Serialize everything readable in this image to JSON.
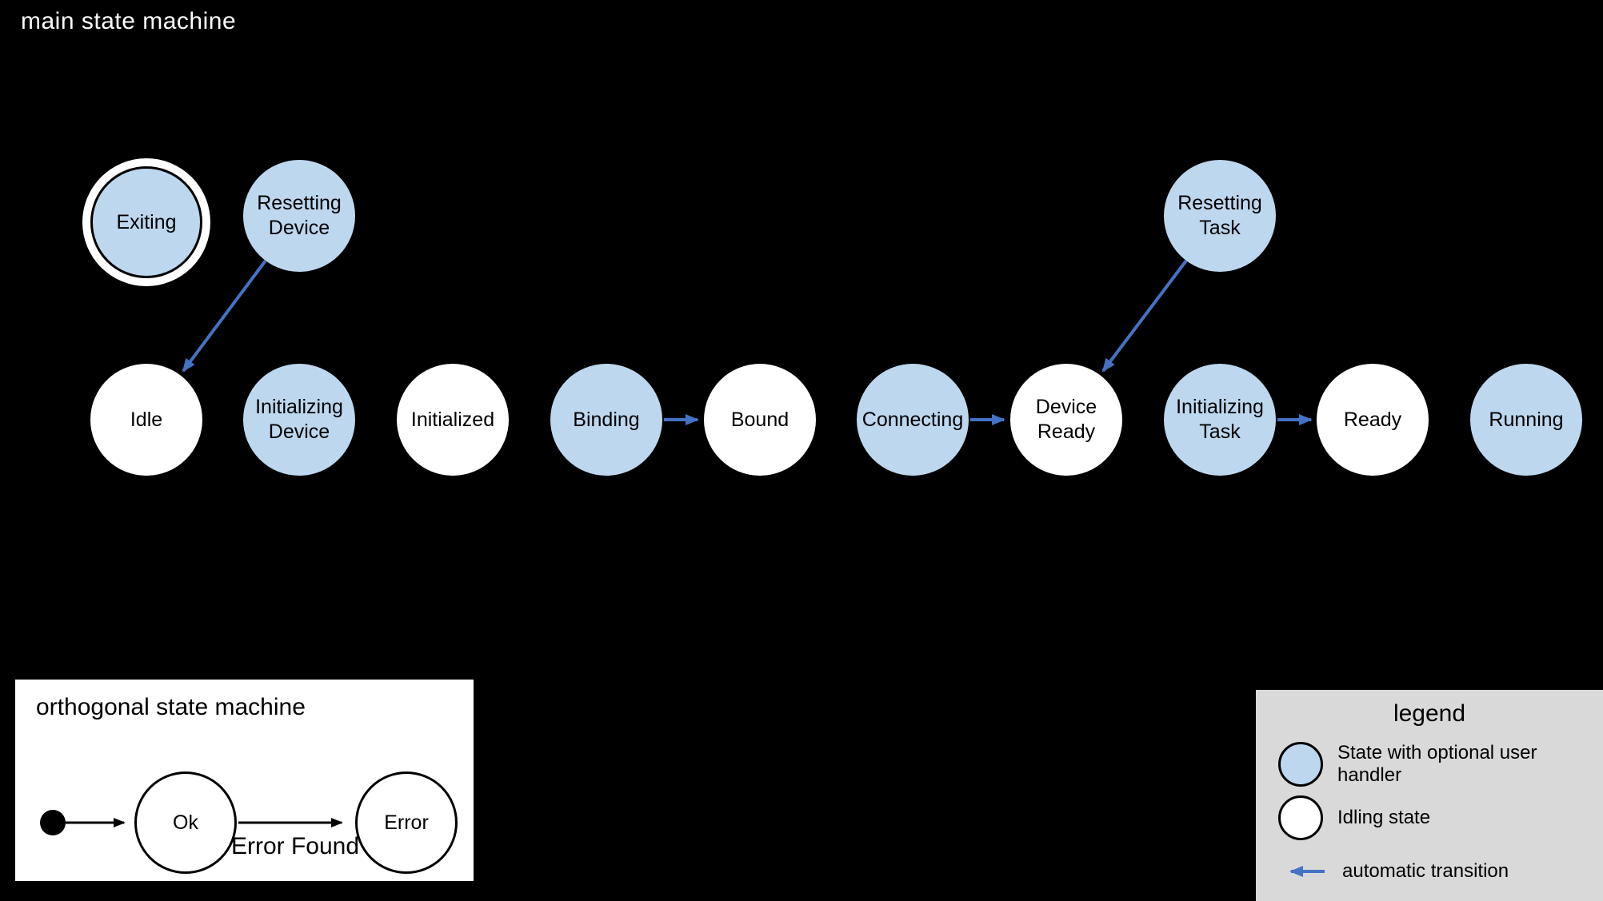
{
  "main_machine": {
    "title": "main state machine",
    "states": [
      {
        "label": "Exiting",
        "type": "user_handler",
        "outlined": true
      },
      {
        "label": "Resetting Device",
        "type": "user_handler"
      },
      {
        "label": "Idle",
        "type": "idling"
      },
      {
        "label": "Initializing Device",
        "type": "user_handler"
      },
      {
        "label": "Initialized",
        "type": "idling"
      },
      {
        "label": "Binding",
        "type": "user_handler"
      },
      {
        "label": "Bound",
        "type": "idling"
      },
      {
        "label": "Connecting",
        "type": "user_handler"
      },
      {
        "label": "Device Ready",
        "type": "idling"
      },
      {
        "label": "Initializing Task",
        "type": "user_handler"
      },
      {
        "label": "Ready",
        "type": "idling"
      },
      {
        "label": "Running",
        "type": "user_handler"
      },
      {
        "label": "Resetting Task",
        "type": "user_handler"
      }
    ],
    "transitions": [
      {
        "from": "Resetting Device",
        "to": "Idle",
        "kind": "automatic"
      },
      {
        "from": "Binding",
        "to": "Bound",
        "kind": "automatic"
      },
      {
        "from": "Connecting",
        "to": "Device Ready",
        "kind": "automatic"
      },
      {
        "from": "Resetting Task",
        "to": "Device Ready",
        "kind": "automatic"
      },
      {
        "from": "Initializing Task",
        "to": "Ready",
        "kind": "automatic"
      }
    ]
  },
  "orthogonal_machine": {
    "title": "orthogonal state machine",
    "states": [
      {
        "label": "Ok"
      },
      {
        "label": "Error"
      }
    ],
    "transitions": [
      {
        "from": "initial",
        "to": "Ok",
        "label": ""
      },
      {
        "from": "Ok",
        "to": "Error",
        "label": "Error Found"
      }
    ]
  },
  "legend": {
    "title": "legend",
    "items": [
      {
        "swatch": "state-with-user-handler",
        "label": "State with optional user handler"
      },
      {
        "swatch": "idling-state",
        "label": "Idling state"
      },
      {
        "swatch": "automatic-transition",
        "label": "automatic transition"
      }
    ]
  },
  "colors": {
    "background": "#000000",
    "state_user_handler_fill": "#bdd7ee",
    "state_idling_fill": "#ffffff",
    "automatic_transition": "#4472c4",
    "panel_white": "#ffffff",
    "legend_background": "#d9d9d9",
    "text_dark": "#000000",
    "text_light": "#ffffff"
  }
}
